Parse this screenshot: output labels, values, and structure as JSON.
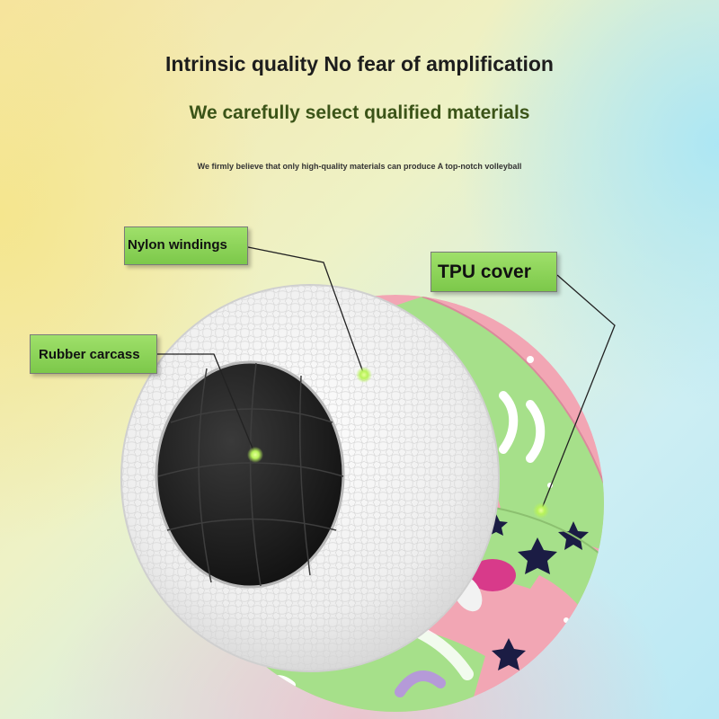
{
  "headline": "Intrinsic quality No fear of amplification",
  "subheadline": "We carefully select qualified materials",
  "tagline": "We firmly believe that only high-quality materials can produce A top-notch volleyball",
  "callouts": {
    "nylon": "Nylon windings",
    "rubber": "Rubber carcass",
    "tpu": "TPU cover"
  },
  "colors": {
    "label_green": "#8fd65a",
    "marker_green": "#b8f25a",
    "cover_pink": "#f2a6b4",
    "cover_green": "#a6e08a",
    "winding_white": "#f2f2f2",
    "carcass_black": "#1a1a1a"
  }
}
